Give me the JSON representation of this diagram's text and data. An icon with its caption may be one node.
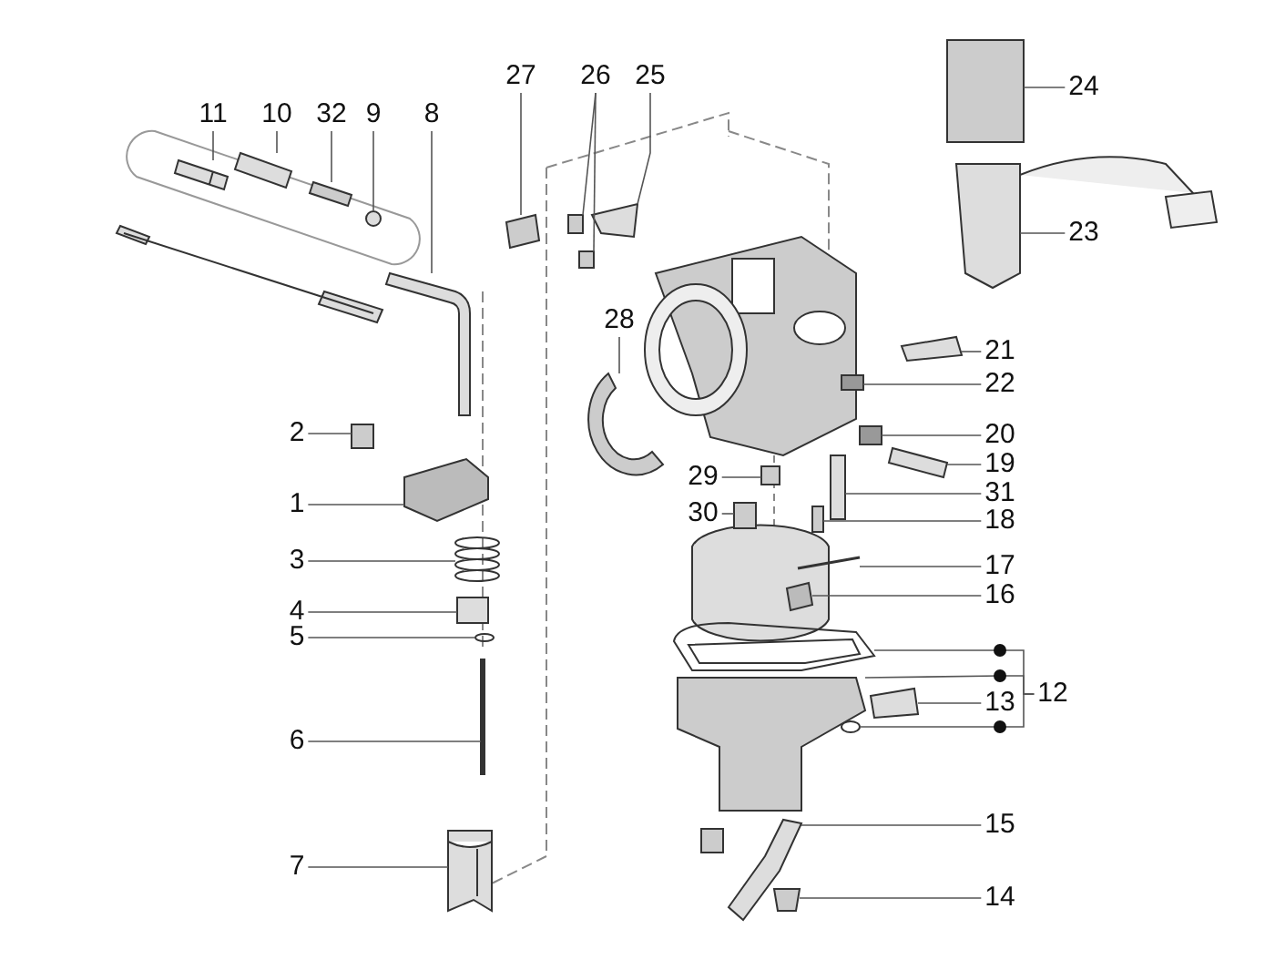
{
  "diagram": {
    "nodes": [
      {
        "text": [
          "11"
        ]
      },
      {
        "text": [
          "10"
        ]
      },
      {
        "text": [
          "32"
        ]
      },
      {
        "text": [
          "9"
        ]
      },
      {
        "text": [
          "8"
        ]
      },
      {
        "text": [
          "27"
        ]
      },
      {
        "text": [
          "26"
        ]
      },
      {
        "text": [
          "25"
        ]
      },
      {
        "text": [
          "24"
        ]
      },
      {
        "text": [
          "28"
        ]
      },
      {
        "text": [
          "23"
        ]
      },
      {
        "text": [
          "21"
        ]
      },
      {
        "text": [
          "22"
        ]
      },
      {
        "text": [
          "2"
        ]
      },
      {
        "text": [
          "20"
        ]
      },
      {
        "text": [
          "19"
        ]
      },
      {
        "text": [
          "29"
        ]
      },
      {
        "text": [
          "31"
        ]
      },
      {
        "text": [
          "1"
        ]
      },
      {
        "text": [
          "30"
        ]
      },
      {
        "text": [
          "18"
        ]
      },
      {
        "text": [
          "3"
        ]
      },
      {
        "text": [
          "17"
        ]
      },
      {
        "text": [
          "16"
        ]
      },
      {
        "text": [
          "4"
        ]
      },
      {
        "text": [
          "5"
        ]
      },
      {
        "text": [
          "12"
        ]
      },
      {
        "text": [
          "13"
        ]
      },
      {
        "text": [
          "6"
        ]
      },
      {
        "text": [
          "15"
        ]
      },
      {
        "text": [
          "7"
        ]
      },
      {
        "text": [
          "14"
        ]
      },
      {
        "text": [],
        "shape": "picture"
      },
      {
        "text": [],
        "shape": "picture"
      },
      {
        "text": [],
        "shape": "picture"
      },
      {
        "text": [],
        "shape": "circle"
      },
      {
        "text": [],
        "shape": "picture"
      },
      {
        "text": [],
        "shape": "picture"
      },
      {
        "text": [],
        "shape": "box"
      },
      {
        "text": [],
        "shape": "box"
      },
      {
        "text": [],
        "shape": "picture"
      },
      {
        "text": [],
        "shape": "picture"
      },
      {
        "text": [],
        "shape": "picture"
      },
      {
        "text": [],
        "shape": "picture"
      },
      {
        "text": [],
        "shape": "picture"
      },
      {
        "text": [],
        "shape": "picture"
      },
      {
        "text": [],
        "shape": "box"
      },
      {
        "text": [],
        "shape": "picture"
      },
      {
        "text": [],
        "shape": "picture"
      },
      {
        "text": [],
        "shape": "box"
      },
      {
        "text": [],
        "shape": "picture"
      },
      {
        "text": [],
        "shape": "picture"
      },
      {
        "text": [],
        "shape": "box"
      },
      {
        "text": [],
        "shape": "picture"
      },
      {
        "text": [],
        "shape": "picture"
      },
      {
        "text": [],
        "shape": "picture"
      },
      {
        "text": [],
        "shape": "picture"
      },
      {
        "text": [],
        "shape": "box"
      },
      {
        "text": [],
        "shape": "picture"
      },
      {
        "text": [],
        "shape": "picture"
      },
      {
        "text": [],
        "shape": "picture"
      },
      {
        "text": [],
        "shape": "picture"
      },
      {
        "text": [],
        "shape": "picture"
      },
      {
        "text": [],
        "shape": "box"
      },
      {
        "text": [],
        "shape": "picture"
      },
      {
        "text": [],
        "shape": "picture"
      },
      {
        "text": [],
        "shape": "picture"
      }
    ],
    "edges": [
      {
        "from": 0,
        "to": 32,
        "arrow": "none"
      },
      {
        "from": 1,
        "to": 33,
        "arrow": "none"
      },
      {
        "from": 2,
        "to": 34,
        "arrow": "none"
      },
      {
        "from": 3,
        "to": 35,
        "arrow": "none"
      },
      {
        "from": 4,
        "to": 36,
        "arrow": "none"
      },
      {
        "from": 5,
        "to": 37,
        "arrow": "none"
      },
      {
        "from": 6,
        "to": 38,
        "arrow": "none"
      },
      {
        "from": 6,
        "to": 39,
        "arrow": "none"
      },
      {
        "from": 7,
        "to": 40,
        "arrow": "none"
      },
      {
        "from": 8,
        "to": 41,
        "arrow": "none"
      },
      {
        "from": 9,
        "to": 42,
        "arrow": "none"
      },
      {
        "from": 10,
        "to": 43,
        "arrow": "none"
      },
      {
        "from": 11,
        "to": 44,
        "arrow": "none"
      },
      {
        "from": 12,
        "to": 45,
        "arrow": "none"
      },
      {
        "from": 13,
        "to": 46,
        "arrow": "none"
      },
      {
        "from": 14,
        "to": 47,
        "arrow": "none"
      },
      {
        "from": 15,
        "to": 48,
        "arrow": "none"
      },
      {
        "from": 16,
        "to": 49,
        "arrow": "none"
      },
      {
        "from": 17,
        "to": 50,
        "arrow": "none"
      },
      {
        "from": 18,
        "to": 51,
        "arrow": "none"
      },
      {
        "from": 19,
        "to": 52,
        "arrow": "none"
      },
      {
        "from": 20,
        "to": 53,
        "arrow": "none"
      },
      {
        "from": 21,
        "to": 54,
        "arrow": "none"
      },
      {
        "from": 22,
        "to": 55,
        "arrow": "none"
      },
      {
        "from": 23,
        "to": 56,
        "arrow": "none"
      },
      {
        "from": 24,
        "to": 57,
        "arrow": "none"
      },
      {
        "from": 25,
        "to": 58,
        "arrow": "none"
      },
      {
        "from": 26,
        "to": 59,
        "arrow": "none"
      },
      {
        "from": 26,
        "to": 60,
        "arrow": "none"
      },
      {
        "from": 26,
        "to": 61,
        "arrow": "none"
      },
      {
        "from": 27,
        "to": 62,
        "arrow": "none"
      },
      {
        "from": 28,
        "to": 63,
        "arrow": "none"
      },
      {
        "from": 29,
        "to": 64,
        "arrow": "none"
      },
      {
        "from": 30,
        "to": 65,
        "arrow": "none"
      },
      {
        "from": 31,
        "to": 66,
        "arrow": "none"
      }
    ]
  }
}
